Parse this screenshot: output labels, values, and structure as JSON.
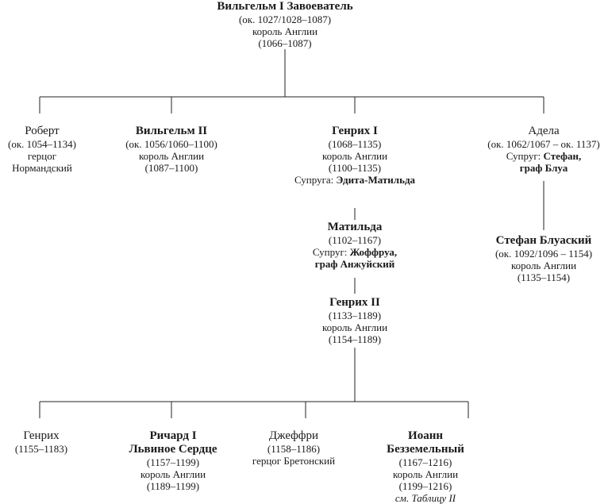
{
  "root": {
    "name": "Вильгельм I Завоеватель",
    "dates": "(ок. 1027/1028–1087)",
    "title": "король Англии",
    "reign": "(1066–1087)"
  },
  "gen2": [
    {
      "name": "Роберт",
      "dates": "(ок. 1054–1134)",
      "title": "герцог",
      "title2": "Нормандский"
    },
    {
      "name": "Вильгельм II",
      "dates": "(ок. 1056/1060–1100)",
      "title": "король Англии",
      "reign": "(1087–1100)"
    },
    {
      "name": "Генрих I",
      "dates": "(1068–1135)",
      "title": "король Англии",
      "reign": "(1100–1135)",
      "spouse_label": "Супруга:",
      "spouse": "Эдита-Матильда"
    },
    {
      "name": "Адела",
      "dates": "(ок. 1062/1067 – ок. 1137)",
      "spouse_label": "Супруг:",
      "spouse": "Стефан,",
      "spouse2": "граф Блуа"
    }
  ],
  "matilda": {
    "name": "Матильда",
    "dates": "(1102–1167)",
    "spouse_label": "Супруг:",
    "spouse": "Жоффруа,",
    "spouse2": "граф Анжуйский"
  },
  "stephen": {
    "name": "Стефан Блуаский",
    "dates": "(ок. 1092/1096 – 1154)",
    "title": "король Англии",
    "reign": "(1135–1154)"
  },
  "henry2": {
    "name": "Генрих II",
    "dates": "(1133–1189)",
    "title": "король Англии",
    "reign": "(1154–1189)"
  },
  "gen5": [
    {
      "name": "Генрих",
      "dates": "(1155–1183)"
    },
    {
      "name": "Ричард I",
      "name2": "Львиное Сердце",
      "dates": "(1157–1199)",
      "title": "король Англии",
      "reign": "(1189–1199)"
    },
    {
      "name": "Джеффри",
      "dates": "(1158–1186)",
      "title": "герцог Бретонский"
    },
    {
      "name": "Иоанн",
      "name2": "Безземельный",
      "dates": "(1167–1216)",
      "title": "король Англии",
      "reign": "(1199–1216)",
      "note": "см. Таблицу II"
    }
  ]
}
